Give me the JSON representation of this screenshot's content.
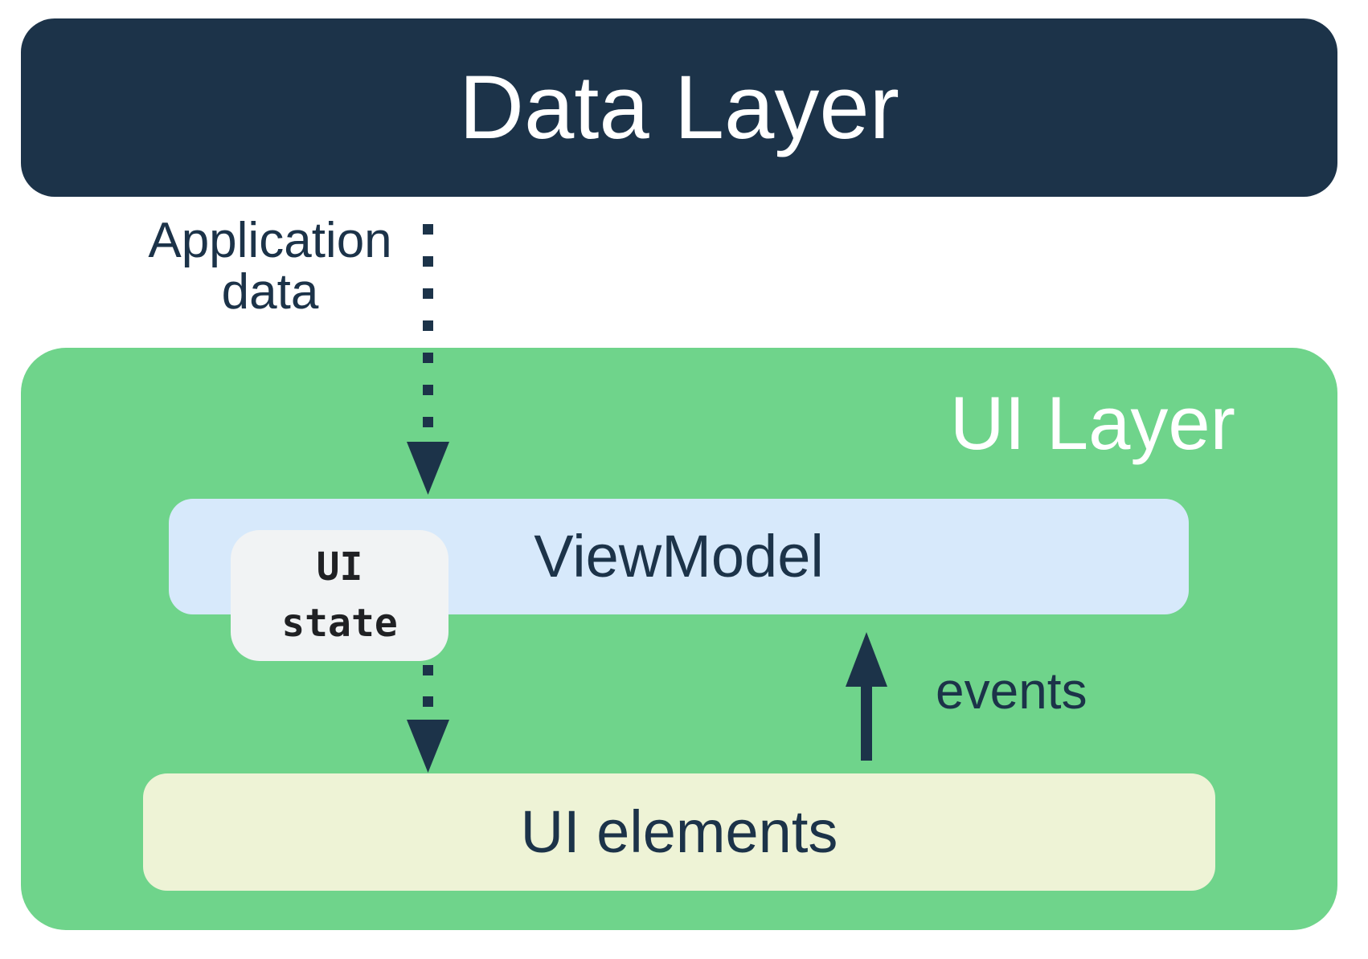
{
  "diagram": {
    "data_layer": {
      "label": "Data Layer"
    },
    "ui_layer": {
      "label": "UI Layer"
    },
    "viewmodel": {
      "label": "ViewModel"
    },
    "ui_state": {
      "label": "UI\nstate"
    },
    "ui_elements": {
      "label": "UI elements"
    },
    "application_data_label": "Application\ndata",
    "events_label": "events"
  },
  "colors": {
    "navy": "#1C3349",
    "green": "#6FD48B",
    "blue": "#D7E9FB",
    "cream": "#EEF3D6",
    "gray": "#F1F3F4",
    "ink": "#202124",
    "white": "#FFFFFF"
  }
}
